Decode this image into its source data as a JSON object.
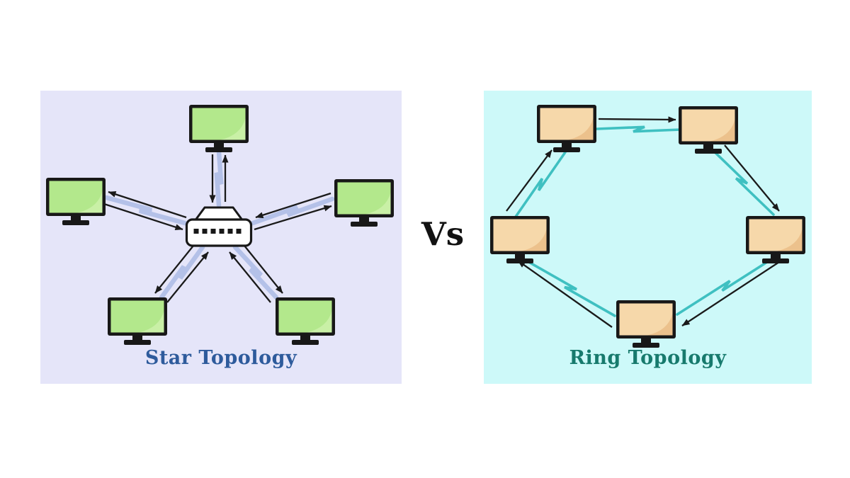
{
  "comparison": {
    "vs_label": "Vs"
  },
  "star_panel": {
    "title": "Star Topology",
    "background_color": "#e5e5f9",
    "title_color": "#2e5b9c",
    "monitor_screen_color": "#b3e88c",
    "monitor_screen_accent_color": "#c9f0a6",
    "outline_color": "#181818",
    "cable_color": "#b4c1e8",
    "arrow_color": "#1a1a1a",
    "hub": {
      "id": "hub",
      "ports": 6
    },
    "nodes": [
      {
        "id": "computer-top"
      },
      {
        "id": "computer-left"
      },
      {
        "id": "computer-right"
      },
      {
        "id": "computer-bottom-left"
      },
      {
        "id": "computer-bottom-right"
      }
    ],
    "links": [
      {
        "from": "hub",
        "to": "computer-top",
        "bidirectional": true
      },
      {
        "from": "hub",
        "to": "computer-left",
        "bidirectional": true
      },
      {
        "from": "hub",
        "to": "computer-right",
        "bidirectional": true
      },
      {
        "from": "hub",
        "to": "computer-bottom-left",
        "bidirectional": true
      },
      {
        "from": "hub",
        "to": "computer-bottom-right",
        "bidirectional": true
      }
    ]
  },
  "ring_panel": {
    "title": "Ring Topology",
    "background_color": "#cdf9f9",
    "title_color": "#177a6d",
    "monitor_screen_color": "#f6d8aa",
    "monitor_screen_accent_color": "#ecc18c",
    "outline_color": "#181818",
    "cable_color": "#3fc0c1",
    "arrow_color": "#1a1a1a",
    "nodes": [
      {
        "id": "computer-top-left"
      },
      {
        "id": "computer-top-right"
      },
      {
        "id": "computer-right"
      },
      {
        "id": "computer-bottom"
      },
      {
        "id": "computer-left"
      }
    ],
    "links": [
      {
        "from": "computer-top-left",
        "to": "computer-top-right"
      },
      {
        "from": "computer-top-right",
        "to": "computer-right"
      },
      {
        "from": "computer-right",
        "to": "computer-bottom"
      },
      {
        "from": "computer-bottom",
        "to": "computer-left"
      },
      {
        "from": "computer-left",
        "to": "computer-top-left"
      }
    ]
  }
}
